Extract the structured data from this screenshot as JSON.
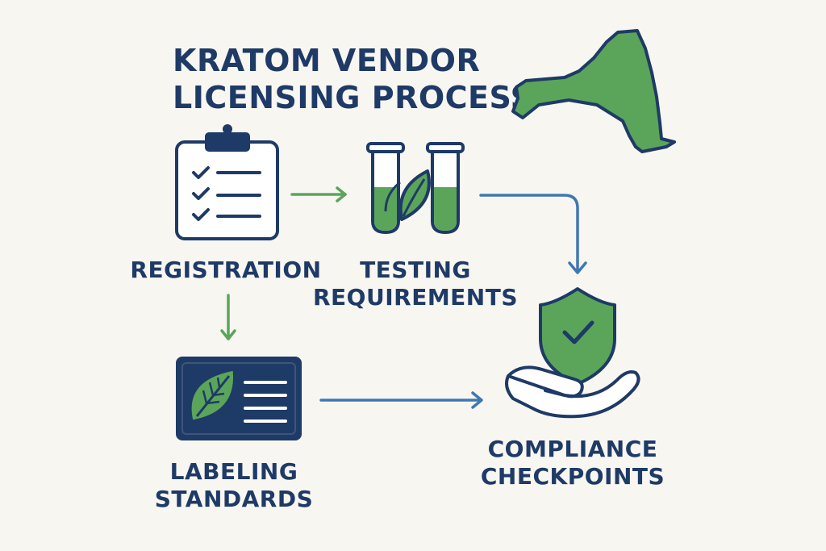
{
  "title": {
    "line1": "KRATOM VENDOR",
    "line2": "LICENSING PROCESS"
  },
  "steps": {
    "registration": {
      "label": "REGISTRATION"
    },
    "testing": {
      "line1": "TESTING",
      "line2": "REQUIREMENTS"
    },
    "labeling": {
      "line1": "LABELING",
      "line2": "STANDARDS"
    },
    "compliance": {
      "line1": "COMPLIANCE",
      "line2": "CHECKPOINTS"
    }
  },
  "icons": {
    "state_map": "new-york-state-icon",
    "registration": "clipboard-checklist-icon",
    "testing": "test-tubes-leaf-icon",
    "labeling": "leaf-label-card-icon",
    "compliance": "shield-hand-check-icon"
  },
  "colors": {
    "navy": "#1e3a66",
    "green": "#5ba55b",
    "blue_arrow": "#3e78b2",
    "background": "#f8f6f1"
  }
}
